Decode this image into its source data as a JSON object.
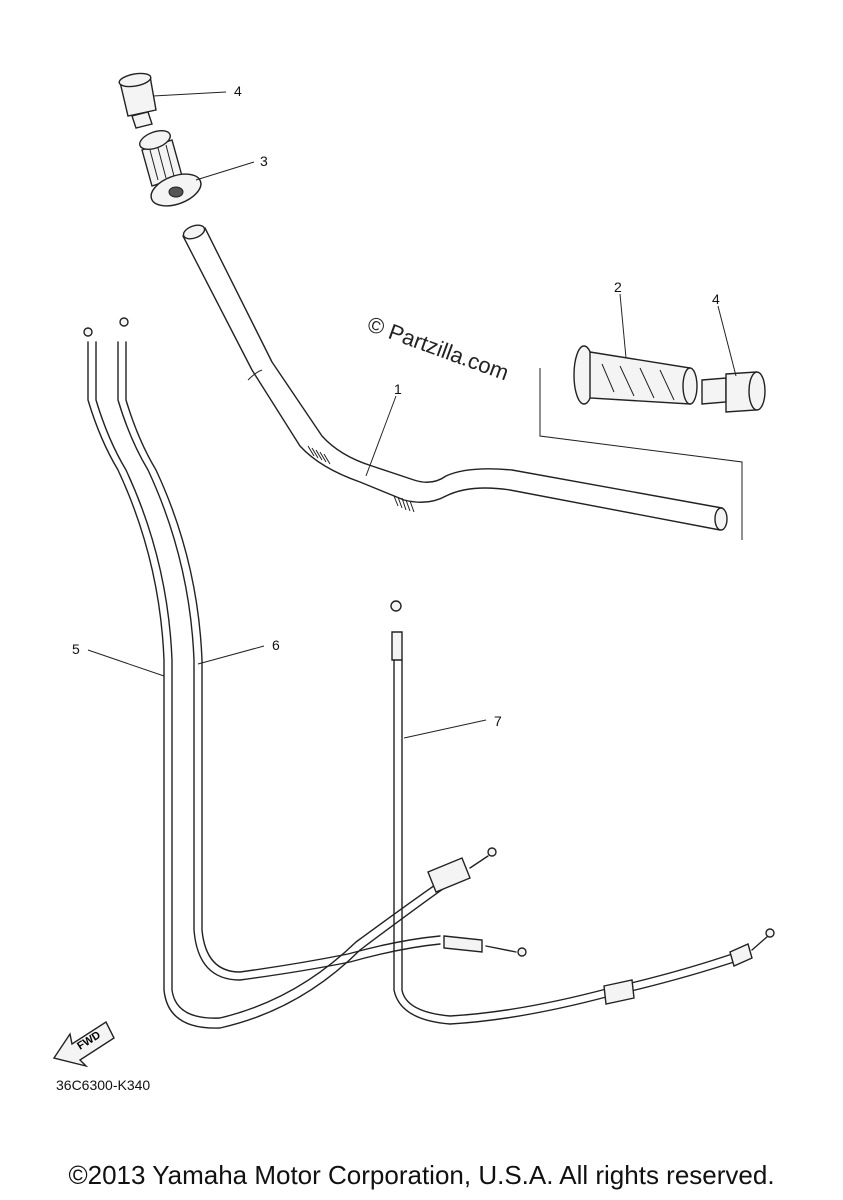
{
  "callouts": {
    "c1": "1",
    "c2": "2",
    "c3": "3",
    "c4_top": "4",
    "c4_right": "4",
    "c5": "5",
    "c6": "6",
    "c7": "7"
  },
  "watermark": "© Partzilla.com",
  "fwd_label": "FWD",
  "diagram_code": "36C6300-K340",
  "copyright": "©2013 Yamaha Motor Corporation, U.S.A. All rights reserved."
}
